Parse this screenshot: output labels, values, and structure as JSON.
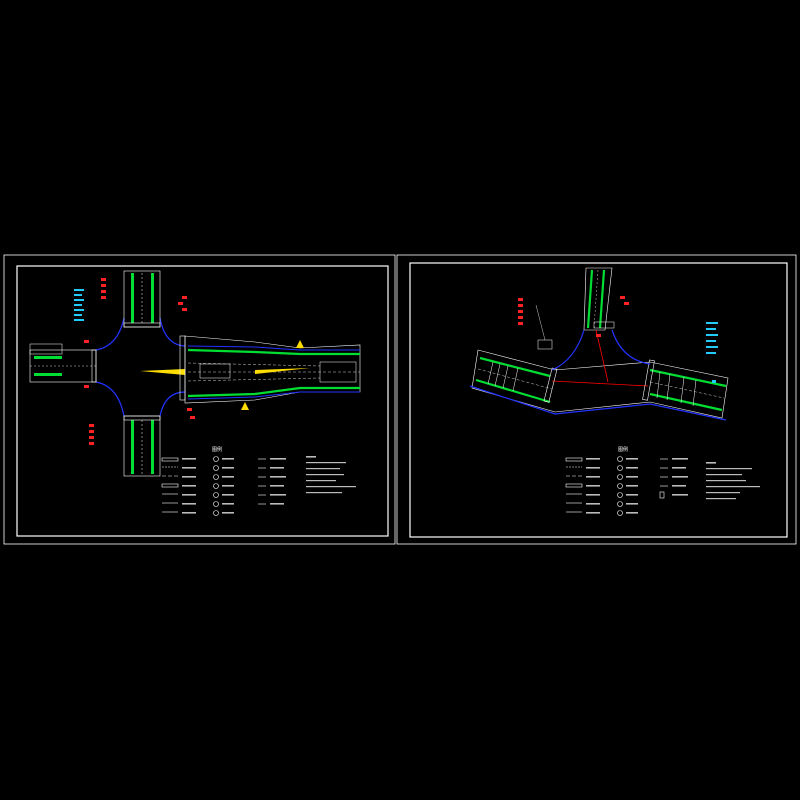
{
  "sheets": [
    {
      "id": "left",
      "labels": {
        "legend_title": "图例"
      }
    },
    {
      "id": "right",
      "labels": {
        "legend_title": "图例"
      }
    }
  ],
  "colors": {
    "background": "#000000",
    "frame": "#ffffff",
    "road_edge": "#1e2cff",
    "median": "#ffffff",
    "green_belt": "#00dd33",
    "signal_red": "#ff2222",
    "info_cyan": "#22ccff",
    "warning_yellow": "#ffdd00",
    "axis_red": "#ff0000"
  }
}
